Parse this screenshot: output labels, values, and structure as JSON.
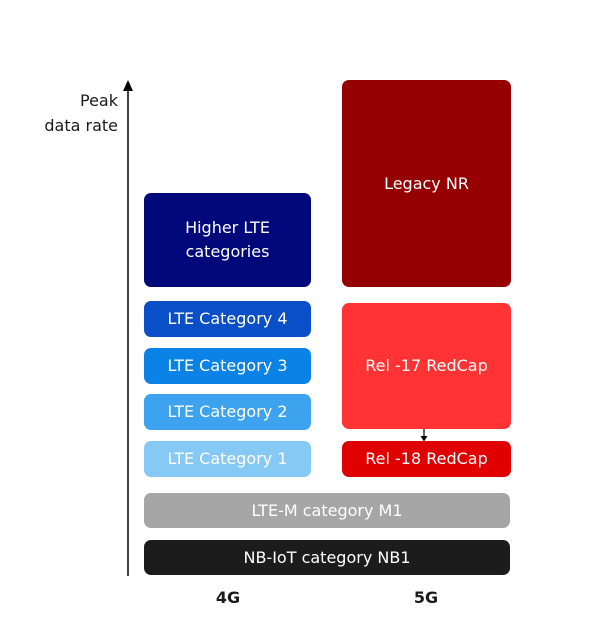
{
  "axis": {
    "label_line1": "Peak",
    "label_line2": "data rate"
  },
  "columns": {
    "left": "4G",
    "right": "5G"
  },
  "boxes": {
    "higher_lte": {
      "line1": "Higher LTE",
      "line2": "categories",
      "color": "#00087A"
    },
    "lte_cat4": {
      "label": "LTE Category 4",
      "color": "#0A4FC8"
    },
    "lte_cat3": {
      "label": "LTE Category 3",
      "color": "#0A82E6"
    },
    "lte_cat2": {
      "label": "LTE Category 2",
      "color": "#3DA3EE"
    },
    "lte_cat1": {
      "label": "LTE Category 1",
      "color": "#86C9F5"
    },
    "legacy_nr": {
      "label": "Legacy NR",
      "color": "#950000"
    },
    "rel17": {
      "label": "Rel -17 RedCap",
      "color": "#FF3333"
    },
    "rel18": {
      "label": "Rel -18 RedCap",
      "color": "#E00000"
    },
    "lte_m": {
      "label": "LTE-M category M1",
      "color": "#A6A6A6"
    },
    "nb_iot": {
      "label": "NB-IoT category NB1",
      "color": "#1C1C1C"
    }
  }
}
